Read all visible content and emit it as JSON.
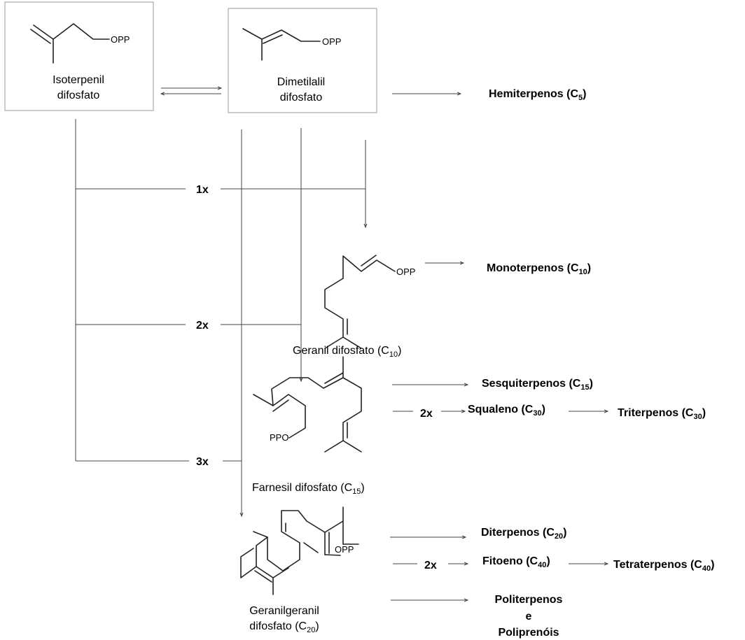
{
  "compounds": {
    "ipp": {
      "line1": "Isoterpenil",
      "line2": "difosfato",
      "group": "OPP"
    },
    "dmapp": {
      "line1": "Dimetilalil",
      "line2": "difosfato",
      "group": "OPP"
    },
    "gpp": {
      "name": "Geranil difosfato (C",
      "sub": "10",
      "close": ")",
      "group": "OPP"
    },
    "fpp": {
      "name": "Farnesil difosfato (C",
      "sub": "15",
      "close": ")",
      "group": "PPO"
    },
    "ggpp": {
      "line1": "Geranilgeranil",
      "line2": "difosfato (C",
      "sub": "20",
      "close": ")",
      "group": "OPP"
    }
  },
  "multipliers": {
    "one": "1x",
    "two": "2x",
    "three": "3x",
    "sq": "2x",
    "phy": "2x"
  },
  "products": {
    "hemi": {
      "name": "Hemiterpenos (C",
      "sub": "5",
      "close": ")"
    },
    "mono": {
      "name": "Monoterpenos (C",
      "sub": "10",
      "close": ")"
    },
    "sesqui": {
      "name": "Sesquiterpenos (C",
      "sub": "15",
      "close": ")"
    },
    "squaleno": {
      "name": "Squaleno (C",
      "sub": "30",
      "close": ")"
    },
    "tri": {
      "name": "Triterpenos (C",
      "sub": "30",
      "close": ")"
    },
    "di": {
      "name": "Diterpenos (C",
      "sub": "20",
      "close": ")"
    },
    "fitoeno": {
      "name": "Fitoeno (C",
      "sub": "40",
      "close": ")"
    },
    "tetra": {
      "name": "Tetraterpenos (C",
      "sub": "40",
      "close": ")"
    },
    "poli": {
      "line1": "Politerpenos",
      "line2": "e",
      "line3": "Poliprenóis"
    }
  }
}
